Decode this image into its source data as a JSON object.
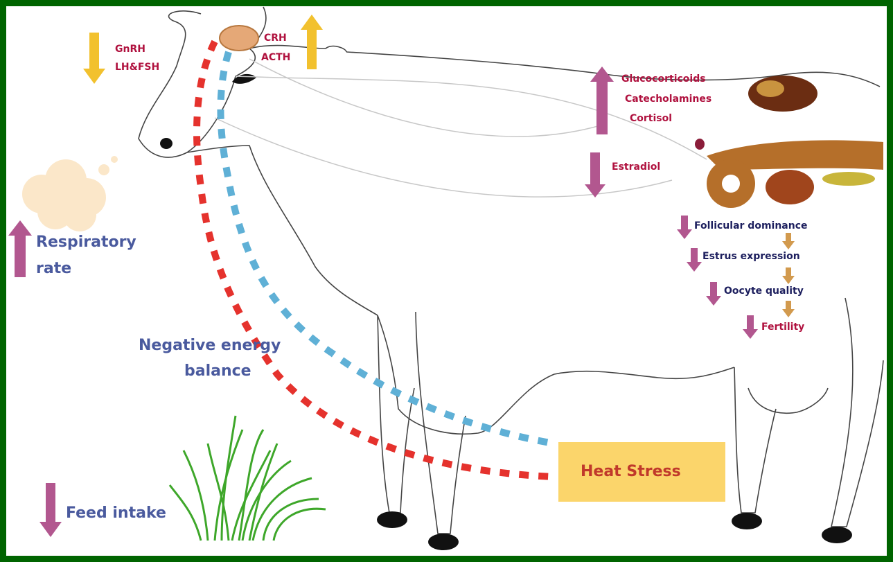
{
  "labels": {
    "gnrh": "GnRH",
    "lh_fsh": "LH&FSH",
    "crh": "CRH",
    "acth": "ACTH",
    "glucocorticoids": "Glucocorticoids",
    "catecholamines": "Catecholamines",
    "cortisol": "Cortisol",
    "estradiol": "Estradiol",
    "follicular_dominance": "Follicular dominance",
    "estrus_expression": "Estrus expression",
    "oocyte_quality": "Oocyte quality",
    "fertility": "Fertility",
    "respiratory_rate_line1": "Respiratory",
    "respiratory_rate_line2": "rate",
    "neg_energy_line1": "Negative energy",
    "neg_energy_line2": "balance",
    "feed_intake": "Feed intake",
    "heat_stress": "Heat Stress"
  },
  "colors": {
    "frame": "#006400",
    "arrow_up_down_hormone": "#f2c12e",
    "arrow_magenta": "#b2578f",
    "red_path": "#e5322d",
    "blue_path": "#5fb0d6",
    "heat_stress_box": "#fbd56b",
    "heat_stress_text": "#c0392b"
  }
}
